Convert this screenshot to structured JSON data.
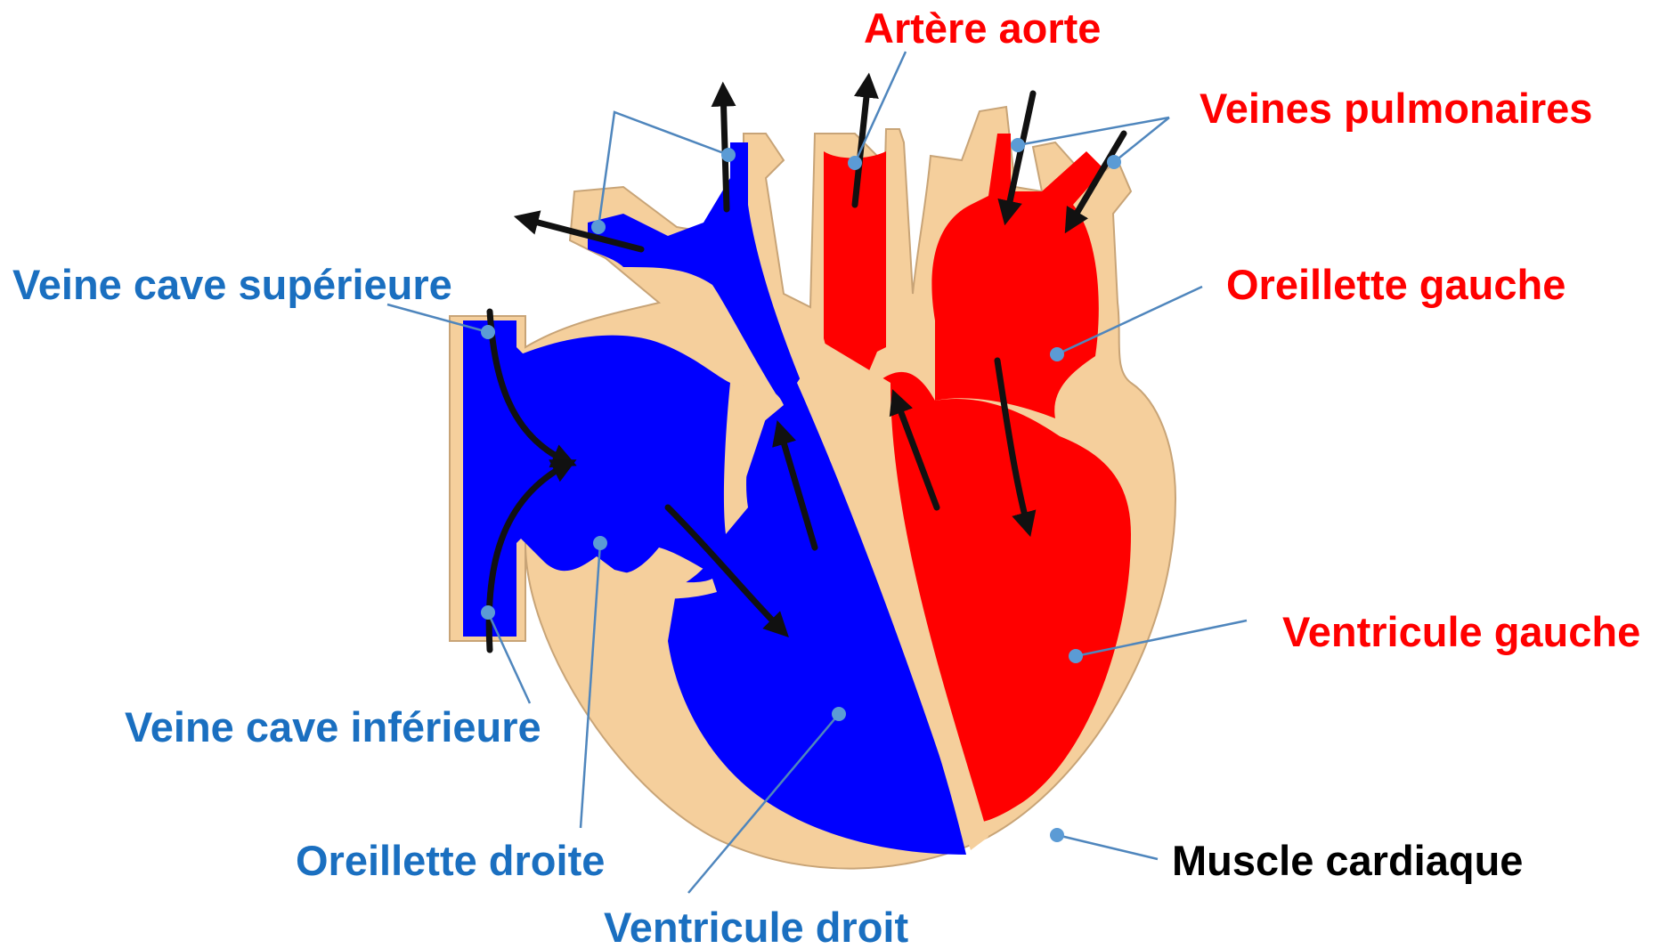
{
  "labels": {
    "arteria_aorta": "Artère aorte",
    "pulmonary_veins": "Veines pulmonaires",
    "left_atrium": "Oreillette gauche",
    "superior_vena_cava": "Veine cave supérieure",
    "left_ventricle": "Ventricule gauche",
    "inferior_vena_cava": "Veine cave inférieure",
    "right_atrium": "Oreillette droite",
    "right_ventricle": "Ventricule droit",
    "cardiac_muscle": "Muscle cardiaque"
  },
  "colors": {
    "deoxygenated_blood": "#0000ff",
    "oxygenated_blood": "#ff0000",
    "muscle": "#f5cf9c",
    "muscle_outline": "#c8a477",
    "label_blue": "#1a6fc0",
    "label_red": "#ff0000",
    "label_black": "#000000",
    "leader_line": "#4f86bd"
  }
}
